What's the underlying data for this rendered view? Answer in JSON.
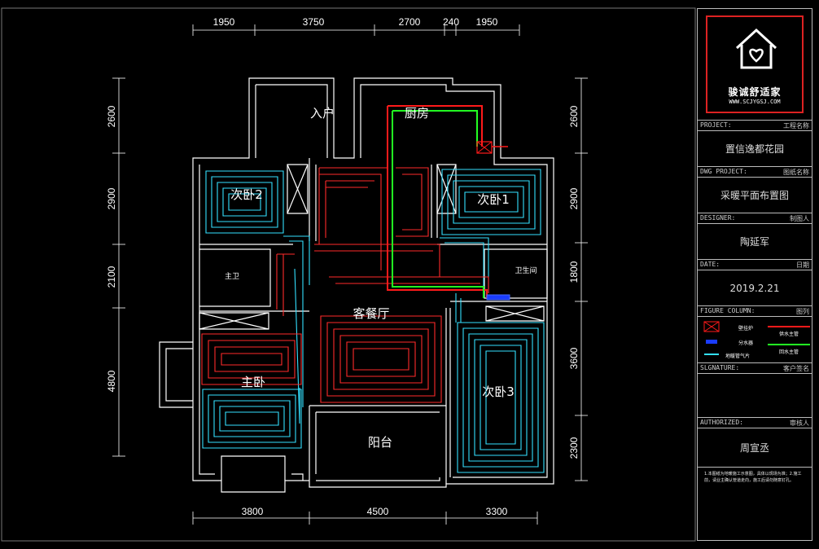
{
  "dims_top": [
    "1950",
    "3750",
    "2700",
    "240",
    "1950"
  ],
  "dims_bottom": [
    "3800",
    "4500",
    "3300"
  ],
  "dims_left": [
    "2600",
    "2900",
    "2100",
    "4800"
  ],
  "dims_right": [
    "2600",
    "2900",
    "1800",
    "3600",
    "2300"
  ],
  "rooms": {
    "entry": "入户",
    "kitchen": "厨房",
    "bed2": "次卧2",
    "bed1": "次卧1",
    "master_bath": "主卫",
    "bathroom": "卫生间",
    "living": "客餐厅",
    "master_bed": "主卧",
    "bed3": "次卧3",
    "balcony": "阳台"
  },
  "titleblock": {
    "logo_name": "骏诚舒适家",
    "logo_url": "WWW.SCJYGSJ.COM",
    "project_label": "PROJECT:",
    "project_label_cn": "工程名称",
    "project_value": "置信逸都花园",
    "dwg_label": "DWG PROJECT:",
    "dwg_label_cn": "图纸名称",
    "dwg_value": "采暖平面布置图",
    "designer_label": "DESIGNER:",
    "designer_label_cn": "制图人",
    "designer_value": "陶延军",
    "date_label": "DATE:",
    "date_label_cn": "日期",
    "date_value": "2019.2.21",
    "figure_label": "FIGURE COLUMN:",
    "figure_label_cn": "图列",
    "legend": {
      "boiler": "壁挂炉",
      "manifold": "分水器",
      "floor_pipe": "地暖管气片",
      "supply_pipe": "供水主管",
      "return_pipe": "回水主管"
    },
    "signature_label": "SLGNATURE:",
    "signature_label_cn": "客户签名",
    "authorized_label": "AUTHORIZED:",
    "authorized_label_cn": "审核人",
    "authorized_value": "周宣丞",
    "notes": "1.本图纸为地暖施工示意图，具体以现场为准；2.施工前，请业主确认管道走向，施工后请勿随意钉孔。"
  },
  "colors": {
    "floor_pipe_cyan": "#33e0ff",
    "floor_pipe_red": "#ff2a2a",
    "supply_red": "#ff1a1a",
    "return_green": "#22ff22",
    "manifold_blue": "#1a3cff",
    "wall": "#ffffff"
  }
}
